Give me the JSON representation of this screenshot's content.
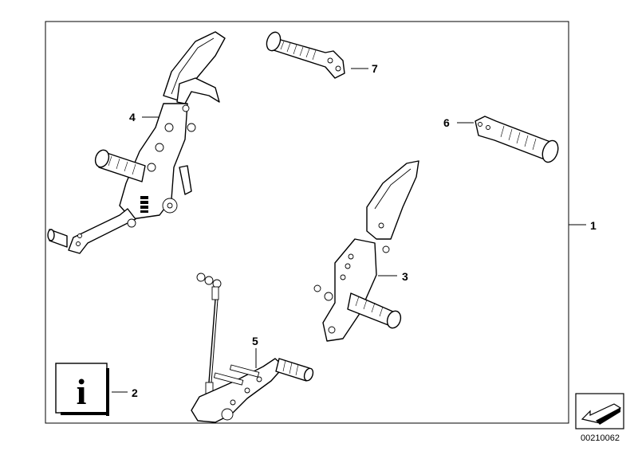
{
  "diagram": {
    "callouts": [
      {
        "id": "1",
        "label": "1"
      },
      {
        "id": "2",
        "label": "2"
      },
      {
        "id": "3",
        "label": "3"
      },
      {
        "id": "4",
        "label": "4"
      },
      {
        "id": "5",
        "label": "5"
      },
      {
        "id": "6",
        "label": "6"
      },
      {
        "id": "7",
        "label": "7"
      }
    ],
    "info_icon": "i",
    "doc_number": "00210062"
  }
}
